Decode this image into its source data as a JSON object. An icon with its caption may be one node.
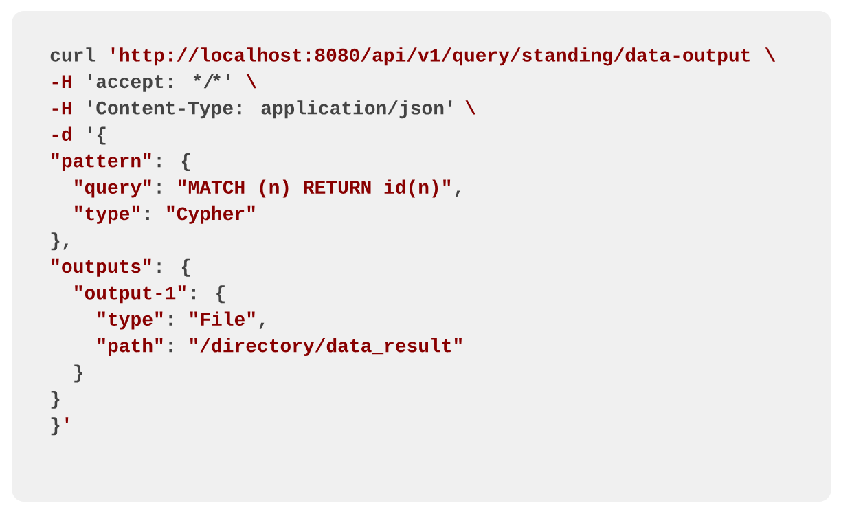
{
  "diagram": {
    "labels": [
      "curl",
      "'http://localhost:8080/api/v1/query/standing/data-output",
      "\\",
      "-H",
      "'accept: */",
      "*'",
      "\\",
      "-H",
      "'Content-Type: application/json'",
      "\\",
      "-d",
      "'{",
      "\"pattern\"",
      ": {",
      "\"query\"",
      ":",
      "\"MATCH (n) RETURN id(n)\"",
      ",",
      "\"type\"",
      ":",
      "\"Cypher\"",
      "},",
      "\"outputs\"",
      ": {",
      "\"output-1\"",
      ": {",
      "\"type\"",
      ":",
      "\"File\"",
      ",",
      "\"path\"",
      ":",
      "\"/directory/data_result\"",
      "}",
      "}",
      "}",
      "'"
    ]
  }
}
